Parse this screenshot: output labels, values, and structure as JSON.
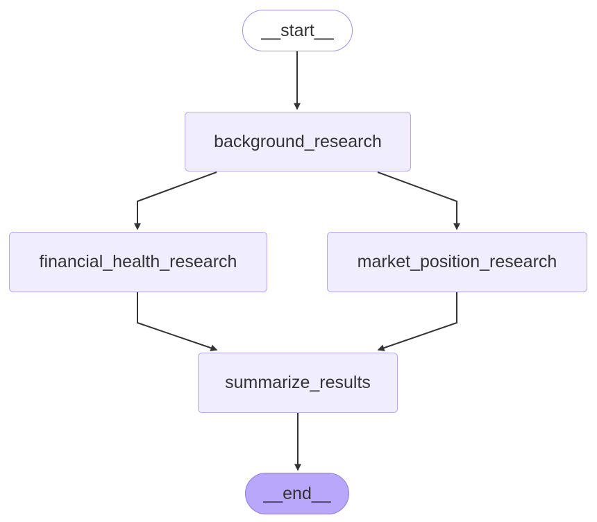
{
  "nodes": {
    "start": "__start__",
    "background": "background_research",
    "financial": "financial_health_research",
    "market": "market_position_research",
    "summarize": "summarize_results",
    "end": "__end__"
  },
  "edges": [
    {
      "from": "__start__",
      "to": "background_research"
    },
    {
      "from": "background_research",
      "to": "financial_health_research"
    },
    {
      "from": "background_research",
      "to": "market_position_research"
    },
    {
      "from": "financial_health_research",
      "to": "summarize_results"
    },
    {
      "from": "market_position_research",
      "to": "summarize_results"
    },
    {
      "from": "summarize_results",
      "to": "__end__"
    }
  ],
  "colors": {
    "node_fill": "#efedfe",
    "node_border": "#b8a6f1",
    "end_fill": "#b9a7fb",
    "edge": "#333333",
    "text": "#333333"
  }
}
